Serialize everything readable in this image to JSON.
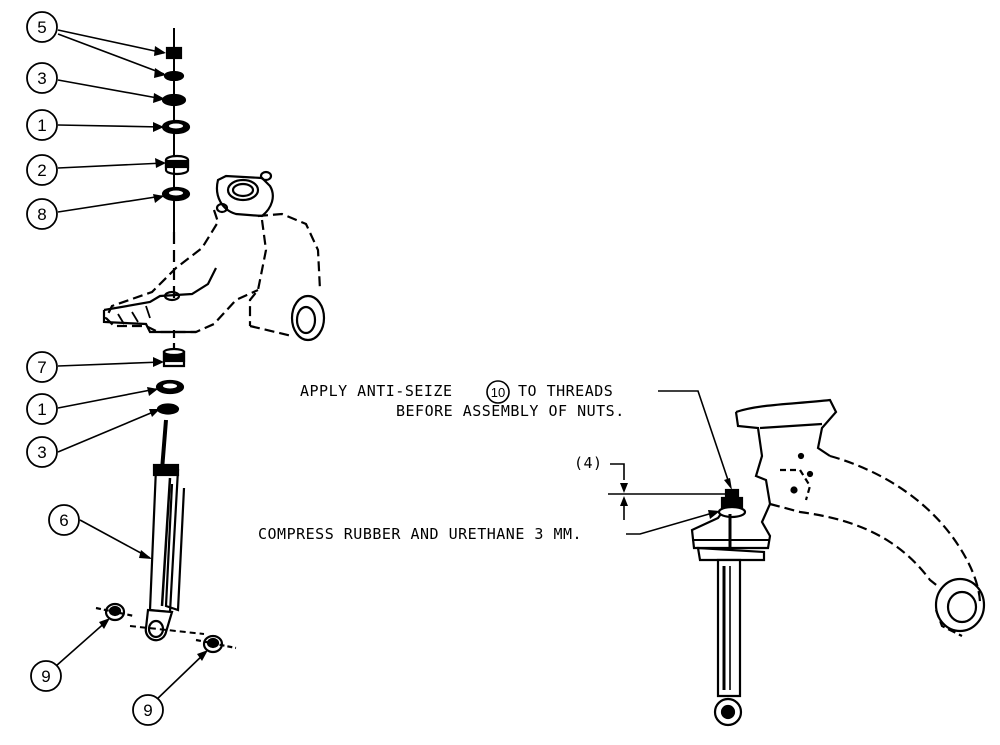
{
  "callouts": {
    "c5": "5",
    "c3a": "3",
    "c1a": "1",
    "c2": "2",
    "c8": "8",
    "c7": "7",
    "c1b": "1",
    "c3b": "3",
    "c6": "6",
    "c9a": "9",
    "c9b": "9",
    "c10": "10"
  },
  "notes": {
    "anti_seize_pre": "APPLY ANTI-SEIZE",
    "anti_seize_post": "TO THREADS",
    "anti_seize_line2": "BEFORE ASSEMBLY OF NUTS.",
    "dim_ref": "(4)",
    "compress": "COMPRESS RUBBER AND URETHANE 3 MM."
  }
}
